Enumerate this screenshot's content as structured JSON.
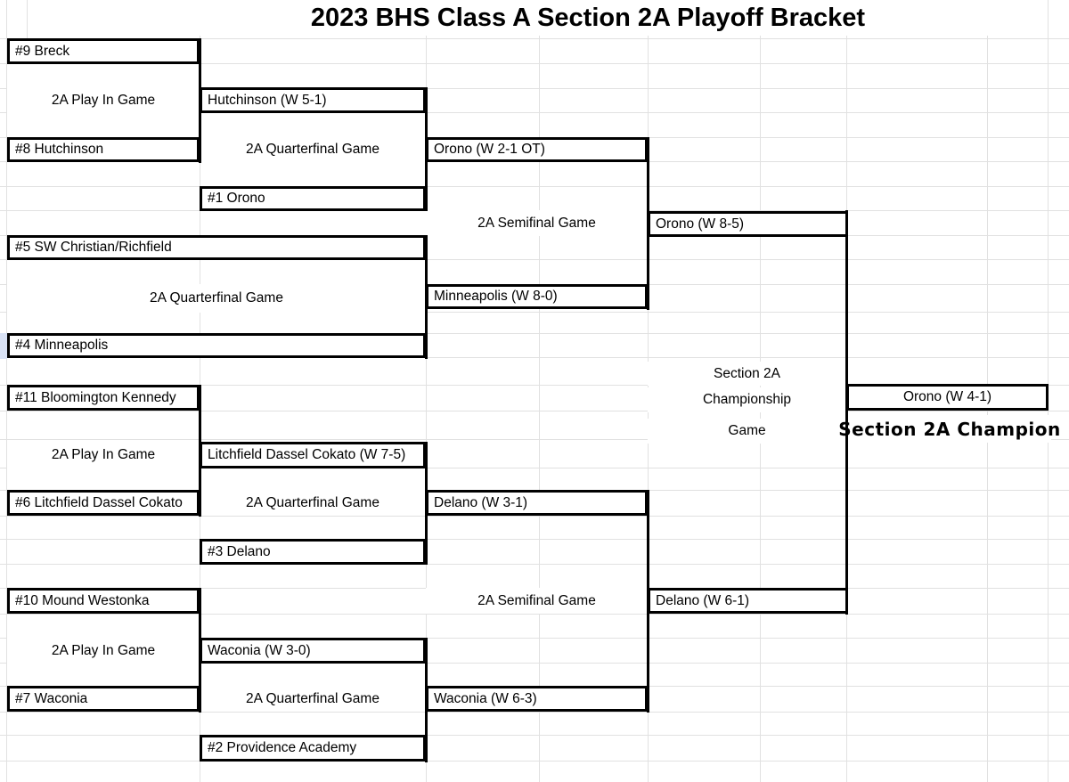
{
  "sheet": {
    "title": "2023 BHS Class A Section 2A Playoff Bracket",
    "round_labels": {
      "play_in": "2A Play In Game",
      "quarterfinal": "2A Quarterfinal Game",
      "semifinal": "2A Semifinal Game",
      "championship_line1": "Section 2A",
      "championship_line2": "Championship",
      "championship_line3": "Game"
    },
    "champion_caption": "Section 2A Champion",
    "teams": {
      "breck": "#9 Breck",
      "hutchinson8": "#8 Hutchinson",
      "sw_christian": "#5 SW Christian/Richfield",
      "minneapolis4": "#4 Minneapolis",
      "bloomington": "#11 Bloomington Kennedy",
      "litchfield6": "#6 Litchfield Dassel Cokato",
      "mound": "#10 Mound Westonka",
      "waconia7": "#7 Waconia",
      "orono1": "#1 Orono",
      "delano3": "#3 Delano",
      "providence2": "#2 Providence Academy"
    },
    "winners": {
      "hutchinson_w51": "Hutchinson (W 5-1)",
      "orono_w21ot": "Orono (W 2-1 OT)",
      "minneapolis_w80": "Minneapolis (W 8-0)",
      "orono_w85": "Orono (W 8-5)",
      "litchfield_w75": "Litchfield Dassel Cokato (W 7-5)",
      "delano_w31": "Delano (W 3-1)",
      "waconia_w30": "Waconia (W 3-0)",
      "waconia_w63": "Waconia (W 6-3)",
      "delano_w61": "Delano (W 6-1)",
      "orono_w41": "Orono (W 4-1)"
    }
  }
}
